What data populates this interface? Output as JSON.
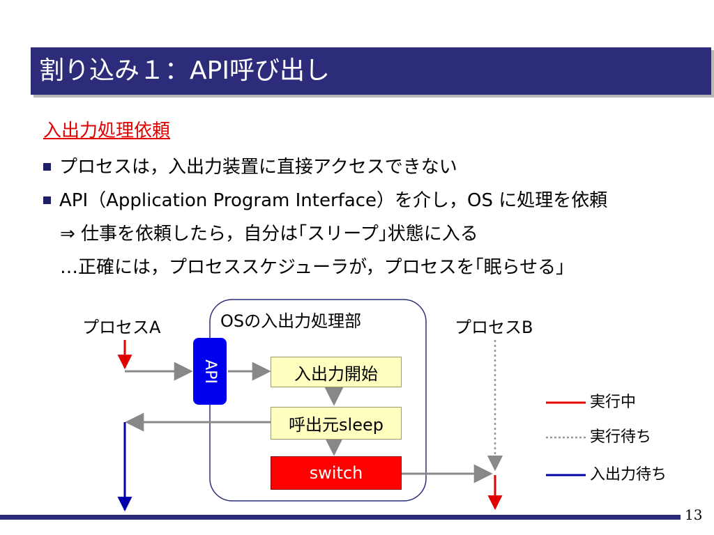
{
  "slide": {
    "title": "割り込み１：API呼び出し",
    "page_number": "13"
  },
  "content": {
    "heading": "入出力処理依頼",
    "bullets": [
      "プロセスは，入出力装置に直接アクセスできない",
      "API（Application Program Interface）を介し，OS に処理を依頼"
    ],
    "lines": [
      "⇒ 仕事を依頼したら，自分は｢スリープ｣状態に入る",
      "…正確には，プロセススケジューラが，プロセスを｢眠らせる｣"
    ]
  },
  "diagram": {
    "process_a_label": "プロセスA",
    "process_b_label": "プロセスB",
    "os_label": "OSの入出力処理部",
    "api_label": "API",
    "box_start_label": "入出力開始",
    "box_sleep_label": "呼出元sleep",
    "box_switch_label": "switch"
  },
  "legend": {
    "running_label": "実行中",
    "waiting_label": "実行待ち",
    "io_waiting_label": "入出力待ち"
  },
  "colors": {
    "title_bar": "#2c2c7a",
    "running": "#e00000",
    "io_waiting": "#0000aa",
    "waiting": "#999999",
    "flow_arrow": "#888888",
    "api_box": "#0000ee",
    "yellow_box": "#ffffc0",
    "switch_box": "#ff0000"
  }
}
